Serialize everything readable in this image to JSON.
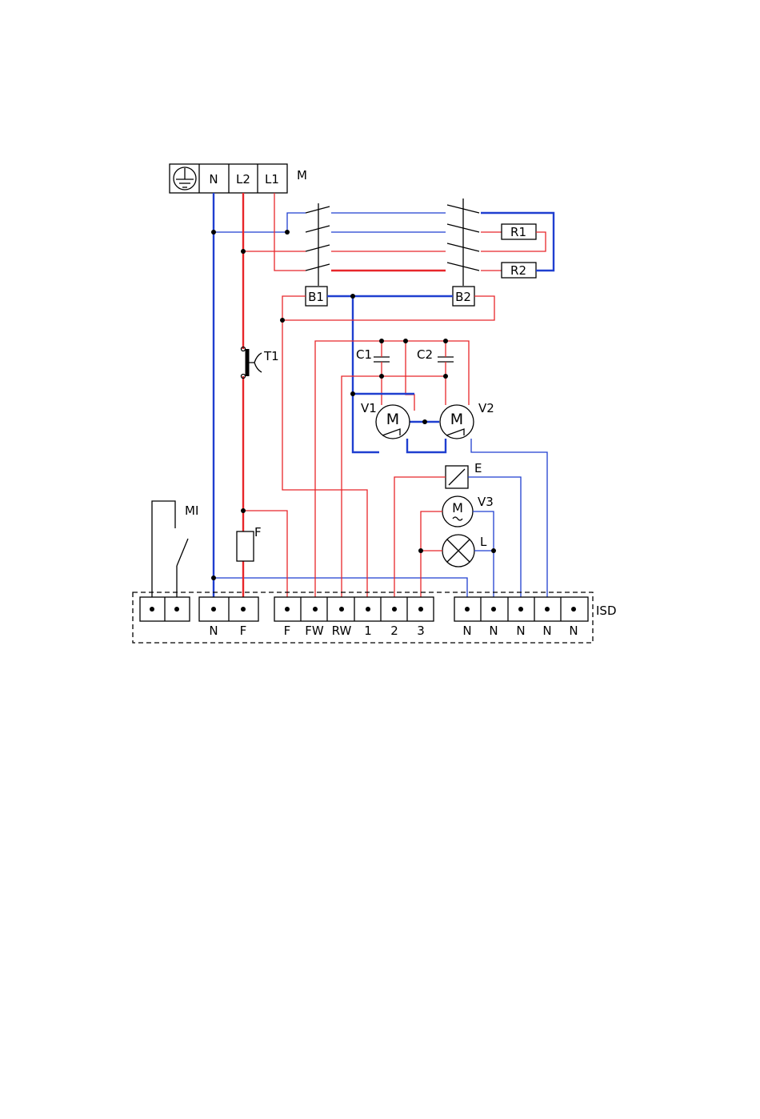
{
  "mains": {
    "label": "M",
    "terminals": [
      "N",
      "L2",
      "L1"
    ]
  },
  "contactors": [
    "B1",
    "B2"
  ],
  "heaters": [
    "R1",
    "R2"
  ],
  "thermostat": "T1",
  "capacitors": [
    "C1",
    "C2"
  ],
  "fans": [
    {
      "label": "V1",
      "symbol": "M"
    },
    {
      "label": "V2",
      "symbol": "M"
    }
  ],
  "motor3": {
    "label": "V3",
    "symbol": "M"
  },
  "component_e": "E",
  "lamp": "L",
  "fuse": "F",
  "switch": "MI",
  "terminal_strip": {
    "label": "ISD",
    "group2": [
      "N",
      "F"
    ],
    "group3": [
      "F",
      "FW",
      "RW",
      "1",
      "2",
      "3"
    ],
    "group4": [
      "N",
      "N",
      "N",
      "N",
      "N"
    ]
  },
  "colors": {
    "live": "#e8262a",
    "neutral": "#1f3fd0",
    "line": "#000000"
  }
}
